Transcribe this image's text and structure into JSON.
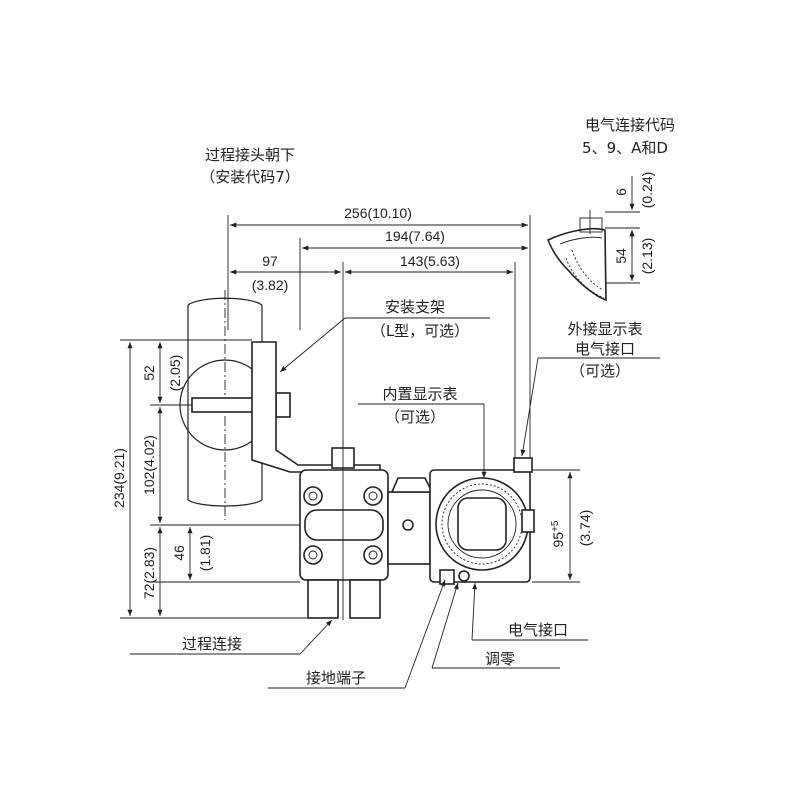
{
  "labels": {
    "process_down_line1": "过程接头朝下",
    "process_down_line2": "（安装代码7）",
    "elec_code_line1": "电气连接代码",
    "elec_code_line2": "5、9、A和D",
    "bracket_line1": "安装支架",
    "bracket_line2": "（L型，可选）",
    "internal_display_line1": "内置显示表",
    "internal_display_line2": "（可选）",
    "external_display_line1": "外接显示表",
    "external_display_line2": "电气接口",
    "external_display_line3": "（可选）",
    "process_connection": "过程连接",
    "electrical_connection": "电气接口",
    "zero_adjust": "调零",
    "ground_terminal": "接地端子"
  },
  "dimensions": {
    "d256": "256(10.10)",
    "d194": "194(7.64)",
    "d143": "143(5.63)",
    "d97": "97",
    "d97_in": "(3.82)",
    "d6": "6",
    "d6_in": "(0.24)",
    "d54": "54",
    "d54_in": "(2.13)",
    "d52": "52",
    "d52_in": "(2.05)",
    "d102": "102(4.02)",
    "d234": "234(9.21)",
    "d46": "46",
    "d46_in": "(1.81)",
    "d72": "72(2.83)",
    "d95": "95",
    "d95_tol": "+5",
    "d95_in": "(3.74)"
  }
}
